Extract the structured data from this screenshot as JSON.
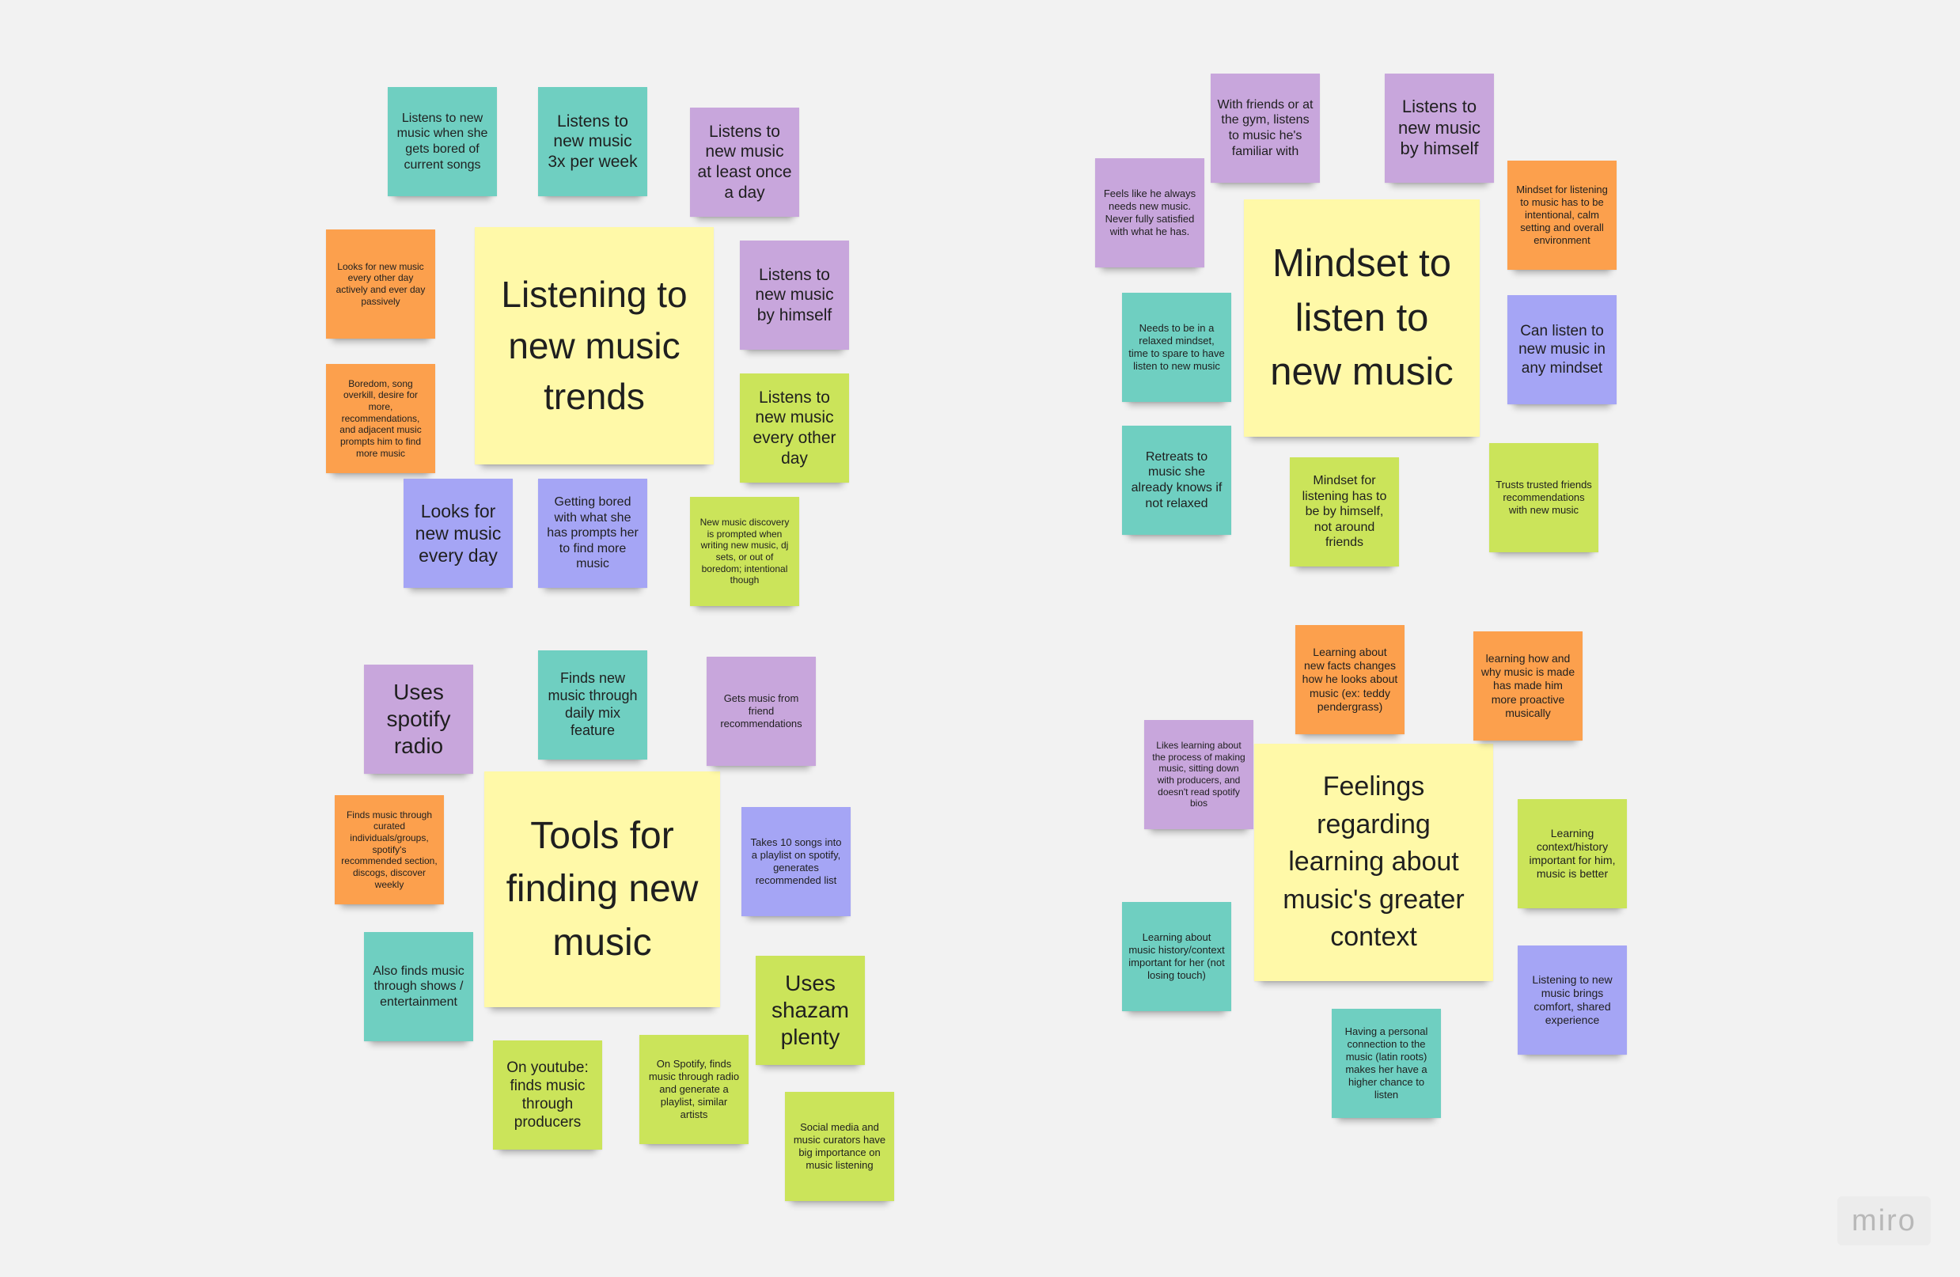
{
  "app": {
    "logo_text": "miro"
  },
  "colors": {
    "yellow": "#fff9a8",
    "teal": "#6fcfc1",
    "purple": "#c8a6dc",
    "orange": "#fca04d",
    "lime": "#cbe45a",
    "blue": "#a5a5f5"
  },
  "clusters": [
    {
      "name": "listening-trends",
      "notes": [
        {
          "id": "header",
          "color": "yellow",
          "text": "Listening to new music trends"
        },
        {
          "id": "bored-of-songs",
          "color": "teal",
          "text": "Listens to new music when she gets bored of current songs"
        },
        {
          "id": "three-per-week",
          "color": "teal",
          "text": "Listens to new music 3x per week"
        },
        {
          "id": "once-a-day",
          "color": "purple",
          "text": "Listens to new music at least once a day"
        },
        {
          "id": "every-other-day-actively",
          "color": "orange",
          "text": "Looks for new music every other day actively and ever day passively"
        },
        {
          "id": "by-himself",
          "color": "purple",
          "text": "Listens to new music by himself"
        },
        {
          "id": "boredom-song-overkill",
          "color": "orange",
          "text": "Boredom, song overkill, desire for more, recommendations, and adjacent music prompts him to find more music"
        },
        {
          "id": "every-other-day",
          "color": "lime",
          "text": "Listens to new music every other day"
        },
        {
          "id": "every-day",
          "color": "blue",
          "text": "Looks for new music every day"
        },
        {
          "id": "getting-bored",
          "color": "blue",
          "text": "Getting bored with what she has prompts her to find more music"
        },
        {
          "id": "discovery-prompted",
          "color": "lime",
          "text": "New music discovery is prompted when writing new music, dj sets, or out of boredom; intentional though"
        }
      ]
    },
    {
      "name": "mindset",
      "notes": [
        {
          "id": "header",
          "color": "yellow",
          "text": "Mindset to listen to new music"
        },
        {
          "id": "friends-gym",
          "color": "purple",
          "text": "With friends or at the gym, listens to music he's familiar with"
        },
        {
          "id": "by-himself",
          "color": "purple",
          "text": "Listens to new music by himself"
        },
        {
          "id": "always-needs",
          "color": "purple",
          "text": "Feels like he always needs new music. Never fully satisfied with what he has."
        },
        {
          "id": "intentional-calm",
          "color": "orange",
          "text": "Mindset for listening to music has to be intentional, calm setting and overall environment"
        },
        {
          "id": "relaxed-mindset",
          "color": "teal",
          "text": "Needs to be in a relaxed mindset, time to spare to have listen to new music"
        },
        {
          "id": "any-mindset",
          "color": "blue",
          "text": "Can listen to new music in any mindset"
        },
        {
          "id": "retreats",
          "color": "teal",
          "text": "Retreats to music she already knows if not relaxed"
        },
        {
          "id": "not-around-friends",
          "color": "lime",
          "text": "Mindset for listening has to be by himself, not around friends"
        },
        {
          "id": "trusts-friends",
          "color": "lime",
          "text": "Trusts trusted friends recommendations with new music"
        }
      ]
    },
    {
      "name": "tools",
      "notes": [
        {
          "id": "header",
          "color": "yellow",
          "text": "Tools for finding new music"
        },
        {
          "id": "spotify-radio",
          "color": "purple",
          "text": "Uses spotify radio"
        },
        {
          "id": "daily-mix",
          "color": "teal",
          "text": "Finds new music through daily mix feature"
        },
        {
          "id": "friend-recs",
          "color": "purple",
          "text": "Gets music from friend recommendations"
        },
        {
          "id": "curated",
          "color": "orange",
          "text": "Finds music through curated individuals/groups, spotify's recommended section, discogs, discover weekly"
        },
        {
          "id": "ten-songs",
          "color": "blue",
          "text": "Takes 10 songs into a playlist on spotify, generates recommended list"
        },
        {
          "id": "shows",
          "color": "teal",
          "text": "Also finds music through shows / entertainment"
        },
        {
          "id": "shazam",
          "color": "lime",
          "text": "Uses shazam plenty"
        },
        {
          "id": "youtube",
          "color": "lime",
          "text": "On youtube: finds music through producers"
        },
        {
          "id": "spotify-radio-playlist",
          "color": "lime",
          "text": "On Spotify, finds music through radio and generate a playlist, similar artists"
        },
        {
          "id": "social-media",
          "color": "lime",
          "text": "Social media and music curators have big importance on music listening"
        }
      ]
    },
    {
      "name": "feelings",
      "notes": [
        {
          "id": "header",
          "color": "yellow",
          "text": "Feelings regarding learning about music's greater context"
        },
        {
          "id": "new-facts",
          "color": "orange",
          "text": "Learning about new facts changes how he looks about music (ex: teddy pendergrass)"
        },
        {
          "id": "how-why",
          "color": "orange",
          "text": "learning how and why music is made has made him more proactive musically"
        },
        {
          "id": "process",
          "color": "purple",
          "text": "Likes learning about the process of making music, sitting down with producers, and doesn't read spotify bios"
        },
        {
          "id": "context-better",
          "color": "lime",
          "text": "Learning context/history important for him, music is better"
        },
        {
          "id": "history-important",
          "color": "teal",
          "text": "Learning about music history/context important for her (not losing touch)"
        },
        {
          "id": "comfort",
          "color": "blue",
          "text": "Listening to new music brings comfort, shared experience"
        },
        {
          "id": "personal-connection",
          "color": "teal",
          "text": "Having a personal connection to the music (latin roots) makes her have a higher chance to listen"
        }
      ]
    }
  ]
}
